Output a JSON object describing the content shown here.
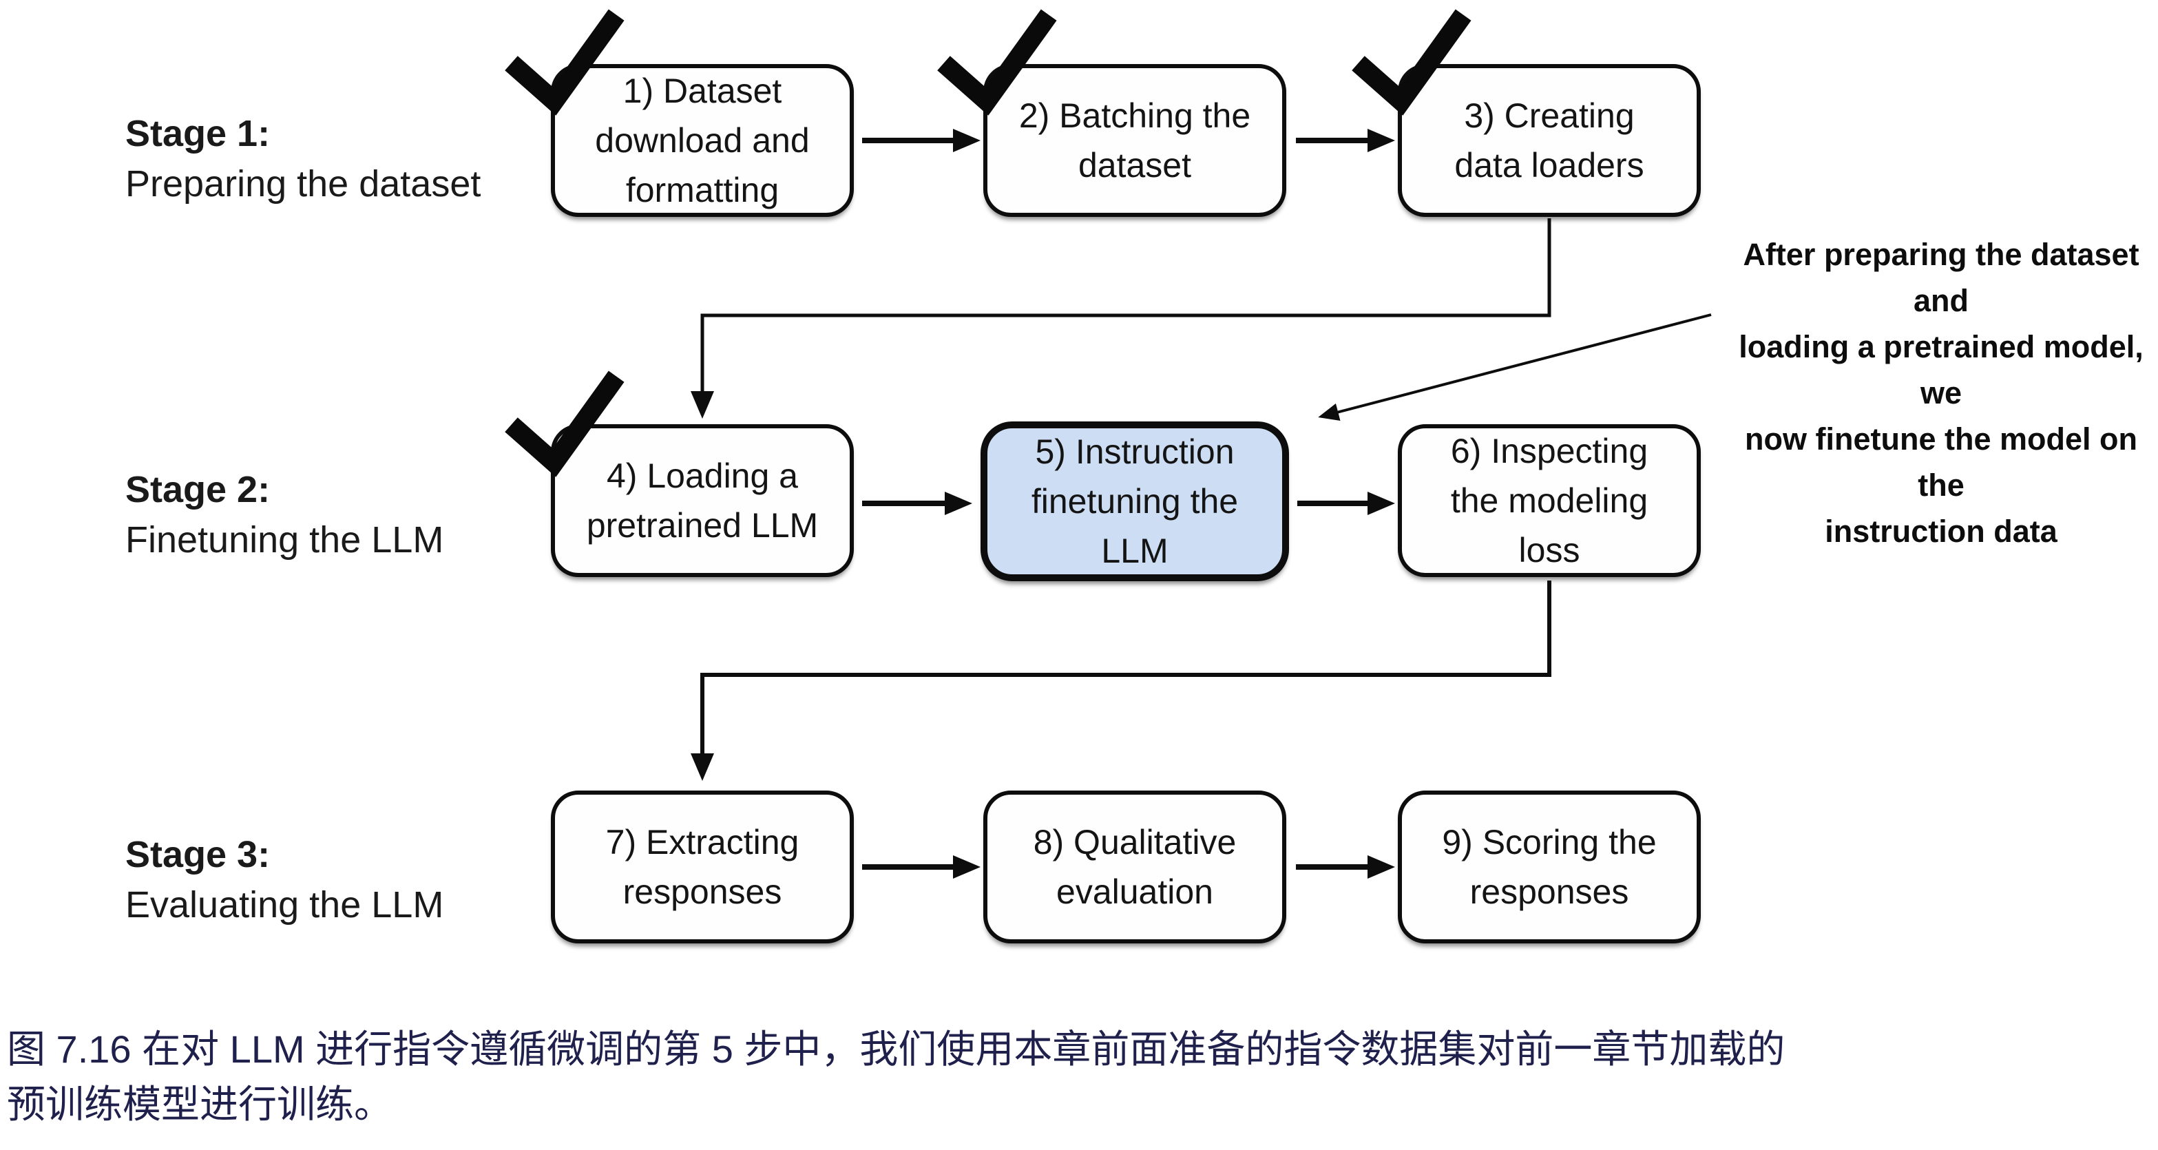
{
  "figure": {
    "stages": [
      {
        "title": "Stage 1:",
        "subtitle": "Preparing the dataset"
      },
      {
        "title": "Stage 2:",
        "subtitle": "Finetuning the LLM"
      },
      {
        "title": "Stage 3:",
        "subtitle": "Evaluating the LLM"
      }
    ],
    "boxes": [
      {
        "label": "1) Dataset\ndownload and\nformatting",
        "checked": true,
        "highlighted": false
      },
      {
        "label": "2) Batching the\ndataset",
        "checked": true,
        "highlighted": false
      },
      {
        "label": "3) Creating\ndata loaders",
        "checked": true,
        "highlighted": false
      },
      {
        "label": "4) Loading a\npretrained LLM",
        "checked": true,
        "highlighted": false
      },
      {
        "label": "5) Instruction\nfinetuning the\nLLM",
        "checked": false,
        "highlighted": true
      },
      {
        "label": "6) Inspecting\nthe modeling\nloss",
        "checked": false,
        "highlighted": false
      },
      {
        "label": "7) Extracting\nresponses",
        "checked": false,
        "highlighted": false
      },
      {
        "label": "8) Qualitative\nevaluation",
        "checked": false,
        "highlighted": false
      },
      {
        "label": "9) Scoring the\nresponses",
        "checked": false,
        "highlighted": false
      }
    ],
    "annotation": {
      "text": "After preparing the dataset and\nloading a pretrained model, we\nnow finetune the model on the\ninstruction data"
    },
    "caption": {
      "text": "图 7.16 在对 LLM 进行指令遵循微调的第 5 步中，我们使用本章前面准备的指令数据集对前一章节加载的\n预训练模型进行训练。"
    },
    "colors": {
      "highlight_fill": "#cdddf3",
      "box_border": "#0d0d0d",
      "caption_text": "#20204d",
      "connector": "#0d0d0d"
    },
    "icons": {
      "checkmark": "checkmark-icon"
    }
  }
}
